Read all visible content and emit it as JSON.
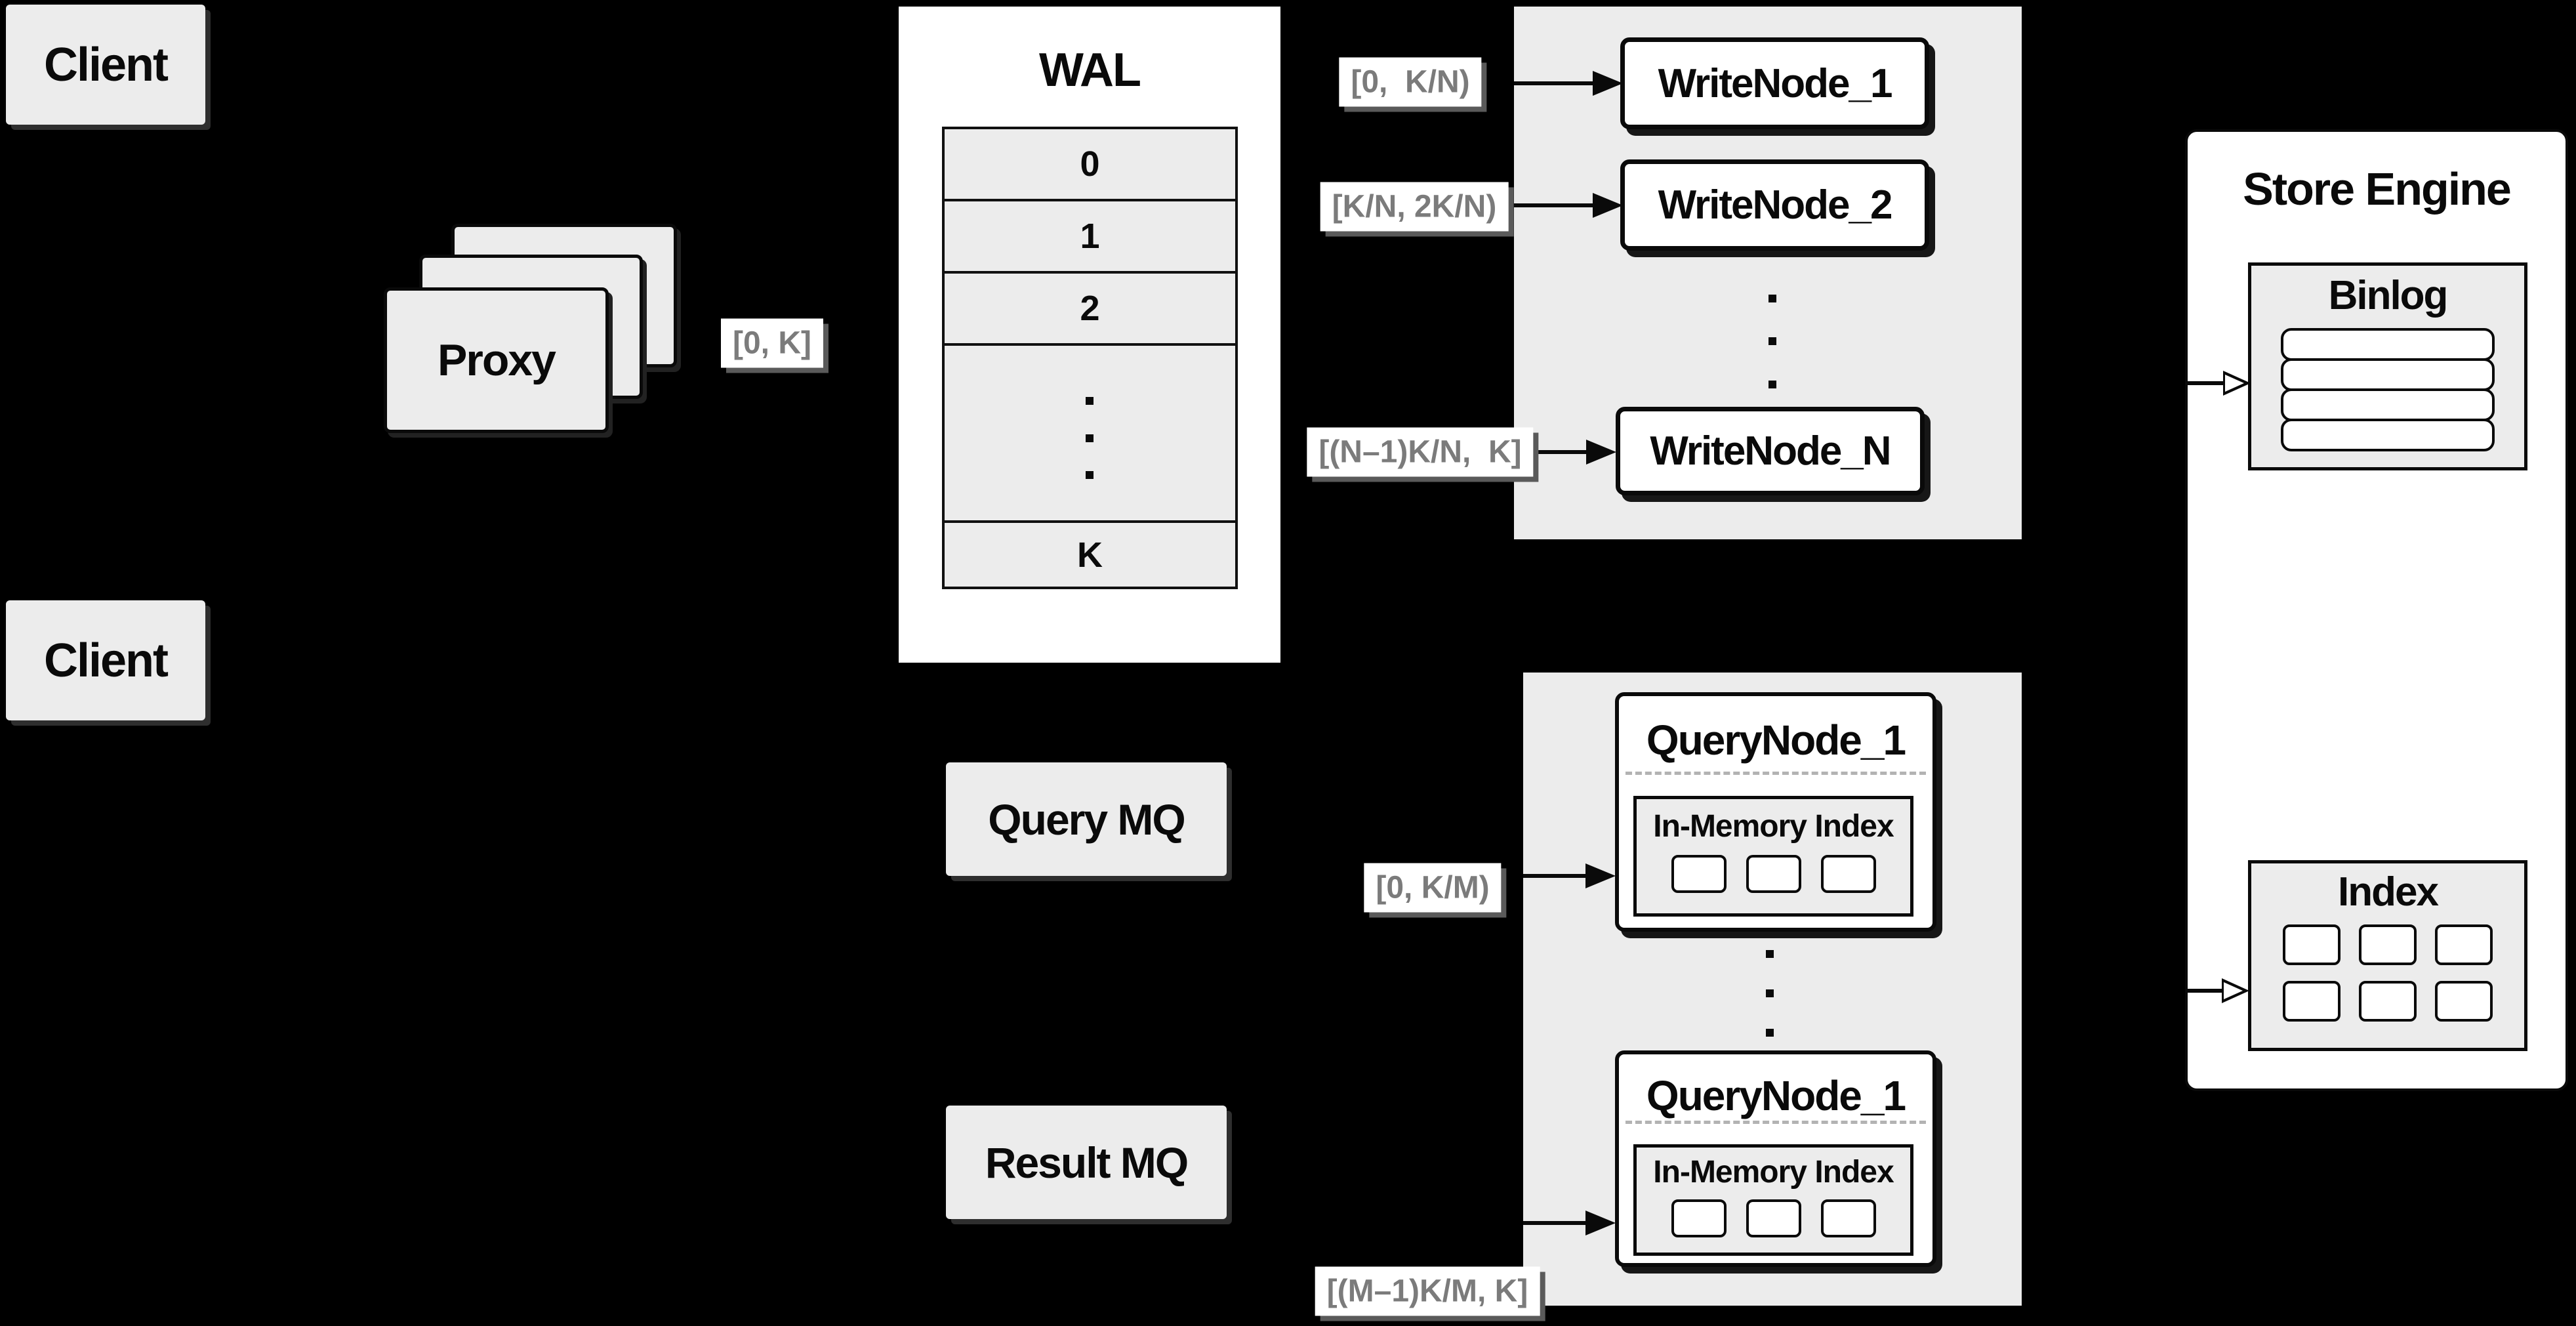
{
  "clients": [
    {
      "label": "Client"
    },
    {
      "label": "Client"
    }
  ],
  "proxy": {
    "label": "Proxy",
    "range_out": "[0, K]"
  },
  "wal": {
    "title": "WAL",
    "rows": [
      "0",
      "1",
      "2"
    ],
    "last_row": "K"
  },
  "write_nodes": {
    "items": [
      "WriteNode_1",
      "WriteNode_2",
      "WriteNode_N"
    ],
    "ranges": [
      "[0,  K/N)",
      "[K/N, 2K/N)",
      "[(N–1)K/N,  K]"
    ]
  },
  "query_nodes": {
    "top": {
      "title": "QueryNode_1",
      "subtitle": "In-Memory Index",
      "range": "[0, K/M)"
    },
    "bottom": {
      "title": "QueryNode_1",
      "subtitle": "In-Memory Index",
      "range": "[(M–1)K/M, K]"
    }
  },
  "mq": {
    "query": "Query MQ",
    "result": "Result MQ"
  },
  "store_engine": {
    "title": "Store Engine",
    "binlog": "Binlog",
    "index": "Index"
  },
  "colors": {
    "background": "#000000",
    "panel_gray": "#ececec",
    "line_black": "#0a0a0a",
    "label_text_gray": "#7b7b7b",
    "white": "#ffffff"
  }
}
